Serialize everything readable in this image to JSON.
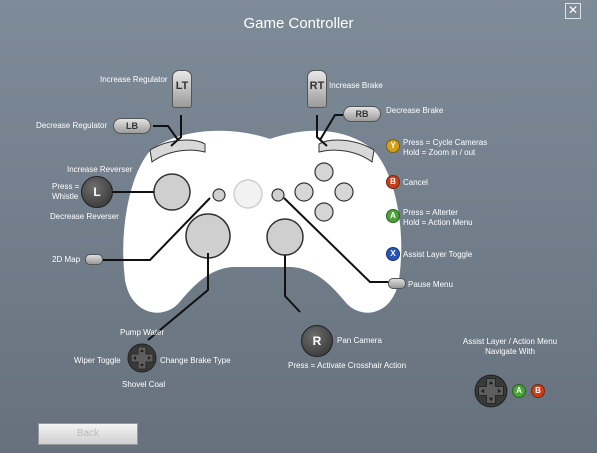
{
  "window": {
    "title": "Game Controller",
    "close_label": "✕"
  },
  "colors": {
    "y": "#d4a017",
    "b": "#c8401a",
    "a": "#4aa336",
    "x": "#2a56b8"
  },
  "buttons": {
    "lt": "LT",
    "rt": "RT",
    "lb": "LB",
    "rb": "RB",
    "lstick": "L",
    "rstick": "R",
    "y": "Y",
    "b": "B",
    "a": "A",
    "x": "X"
  },
  "labels": {
    "increase_regulator": "Increase Regulator",
    "decrease_regulator": "Decrease Regulator",
    "increase_brake": "Increase Brake",
    "decrease_brake": "Decrease Brake",
    "increase_reverser": "Increase Reverser",
    "press_whistle": "Press =\nWhistle",
    "decrease_reverser": "Decrease Reverser",
    "map_2d": "2D Map",
    "y_action": "Press = Cycle Cameras\nHold = Zoom in / out",
    "b_action": "Cancel",
    "a_action": "Press = Alterter\nHold = Action Menu",
    "x_action": "Assist Layer Toggle",
    "pause_menu": "Pause Menu",
    "pump_water": "Pump Water",
    "wiper_toggle": "Wiper Toggle",
    "change_brake_type": "Change Brake Type",
    "shovel_coal": "Shovel Coal",
    "pan_camera": "Pan Camera",
    "crosshair_action": "Press = Activate Crosshair Action",
    "assist_layer_menu": "Assist Layer / Action Menu\nNavigate With"
  },
  "footer": {
    "back_label": "Back"
  }
}
